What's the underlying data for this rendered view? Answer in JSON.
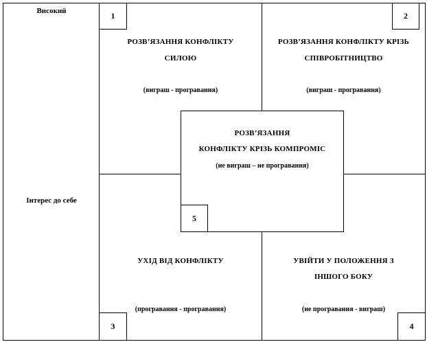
{
  "axis": {
    "top_label": "Високий",
    "side_label": "Інтерес до себе"
  },
  "quadrants": {
    "q1": {
      "number": "1",
      "title_line1": "РОЗВ’ЯЗАННЯ КОНФЛІКТУ",
      "title_line2": "СИЛОЮ",
      "outcome": "(виграш - програвання)"
    },
    "q2": {
      "number": "2",
      "title_line1": "РОЗВ’ЯЗАННЯ КОНФЛІКТУ КРІЗЬ",
      "title_line2": "СПІВРОБІТНИЦТВО",
      "outcome": "(виграш - програвання)"
    },
    "q3": {
      "number": "3",
      "title_line1": "УХІД ВІД КОНФЛІКТУ",
      "outcome": "(програвання - програвання)"
    },
    "q4": {
      "number": "4",
      "title_line1": "УВІЙТИ У ПОЛОЖЕННЯ З",
      "title_line2": "ІНШОГО БОКУ",
      "outcome": "(не програвання - виграш)"
    },
    "center": {
      "number": "5",
      "title_line1": "РОЗВ’ЯЗАННЯ",
      "title_line2": "КОНФЛІКТУ КРІЗЬ КОМПРОМІС",
      "outcome": "(не виграш – не програвання)"
    }
  }
}
